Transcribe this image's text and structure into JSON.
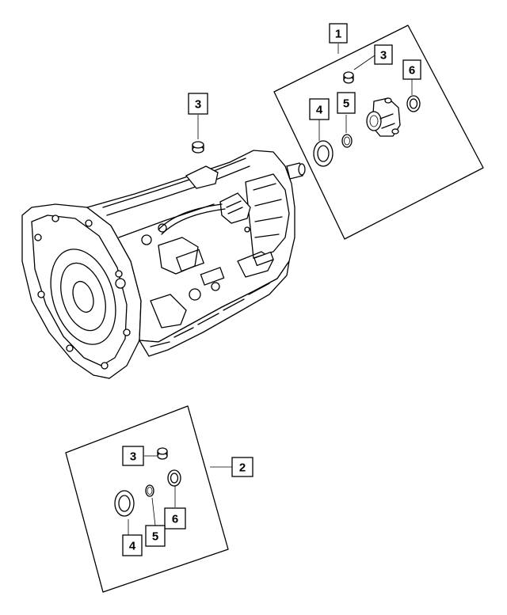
{
  "callouts": [
    {
      "id": "c1",
      "label": "1"
    },
    {
      "id": "c3a",
      "label": "3"
    },
    {
      "id": "c6a",
      "label": "6"
    },
    {
      "id": "c3b",
      "label": "3"
    },
    {
      "id": "c4a",
      "label": "4"
    },
    {
      "id": "c5a",
      "label": "5"
    },
    {
      "id": "c3c",
      "label": "3"
    },
    {
      "id": "c2",
      "label": "2"
    },
    {
      "id": "c6b",
      "label": "6"
    },
    {
      "id": "c4b",
      "label": "4"
    },
    {
      "id": "c5b",
      "label": "5"
    }
  ]
}
